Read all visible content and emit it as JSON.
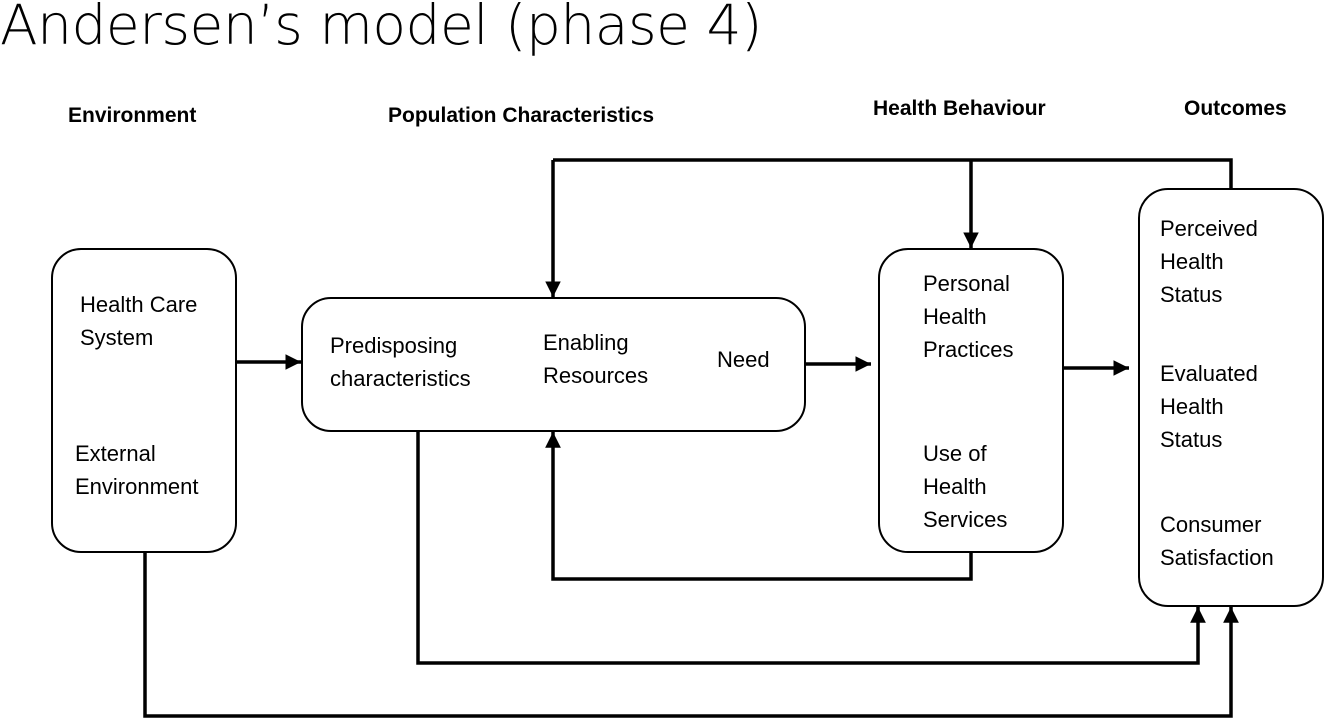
{
  "title": "Andersen’s model (phase 4)",
  "headings": {
    "environment": "Environment",
    "population": "Population Characteristics",
    "behaviour": "Health Behaviour",
    "outcomes": "Outcomes"
  },
  "environment": {
    "health_care_system": [
      "Health Care",
      "System"
    ],
    "external_environment": [
      "External",
      "Environment"
    ]
  },
  "population": {
    "predisposing": [
      "Predisposing",
      "characteristics"
    ],
    "enabling": [
      "Enabling",
      "Resources"
    ],
    "need": "Need"
  },
  "behaviour": {
    "personal_practices": [
      "Personal",
      "Health",
      "Practices"
    ],
    "use_of_services": [
      "Use of",
      "Health",
      "Services"
    ]
  },
  "outcomes": {
    "perceived": [
      "Perceived",
      "Health",
      "Status"
    ],
    "evaluated": [
      "Evaluated",
      "Health",
      "Status"
    ],
    "satisfaction": [
      "Consumer",
      "Satisfaction"
    ]
  }
}
